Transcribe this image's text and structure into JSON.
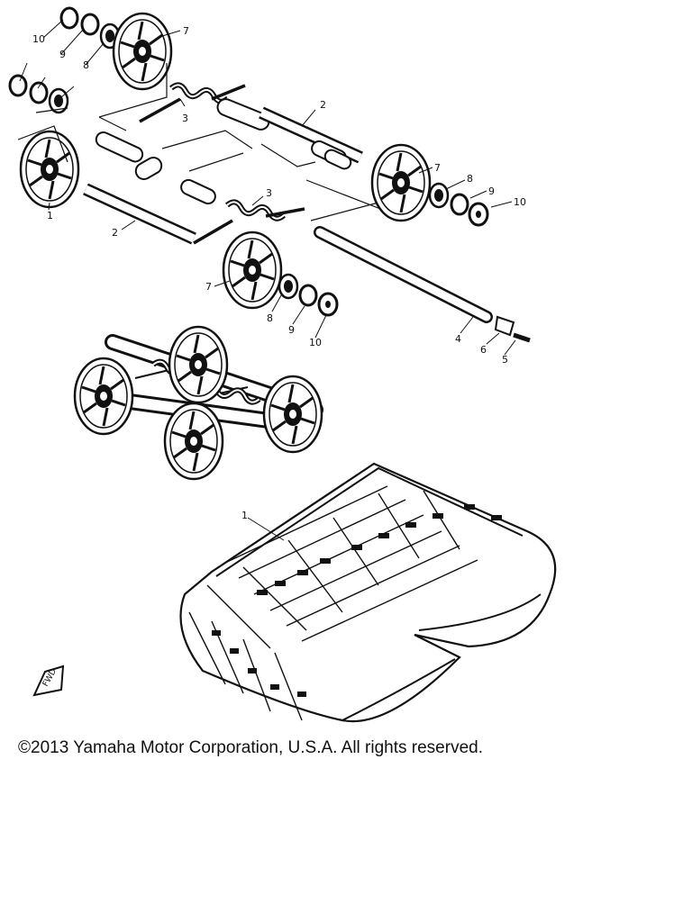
{
  "diagram": {
    "callouts": {
      "c10a": "10",
      "c9a": "9",
      "c8a": "8",
      "c7a": "7",
      "c3a": "3",
      "c2a": "2",
      "c7b": "7",
      "c8b": "8",
      "c9b": "9",
      "c10b": "10",
      "c1a": "1",
      "c2b": "2",
      "c3b": "3",
      "c7c": "7",
      "c8c": "8",
      "c9c": "9",
      "c10c": "10",
      "c4": "4",
      "c6": "6",
      "c5": "5",
      "c1b": "1"
    },
    "front_marker": "FWD"
  },
  "footer": {
    "copyright": "©2013 Yamaha Motor Corporation, U.S.A. All rights reserved."
  }
}
